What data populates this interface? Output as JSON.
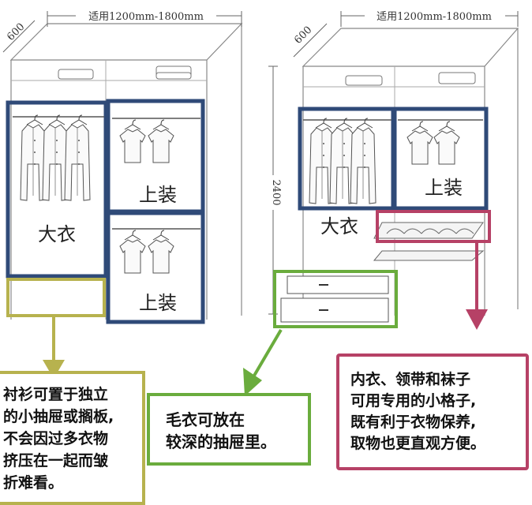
{
  "dimensions": {
    "left_width": "适用1200mm-1800mm",
    "left_depth": "600",
    "right_width": "适用1200mm-1800mm",
    "right_depth": "600",
    "right_height": "2400"
  },
  "labels": {
    "left_coat": "大衣",
    "left_top1": "上装",
    "left_top2": "上装",
    "right_coat": "大衣",
    "right_top": "上装"
  },
  "callouts": {
    "shirts": [
      "衬衫可置于独立",
      "的小抽屉或搁板,",
      "不会因过多衣物",
      "挤压在一起而皱",
      "折难看。"
    ],
    "sweaters": [
      "毛衣可放在",
      "较深的抽屉里。"
    ],
    "underwear": [
      "内衣、领带和袜子",
      "可用专用的小格子,",
      "既有利于衣物保养,",
      "取物也更直观方便。"
    ]
  },
  "colors": {
    "navy": "#2f4a78",
    "yellow": "#b7b24e",
    "green": "#6aac3d",
    "red": "#b64166"
  }
}
